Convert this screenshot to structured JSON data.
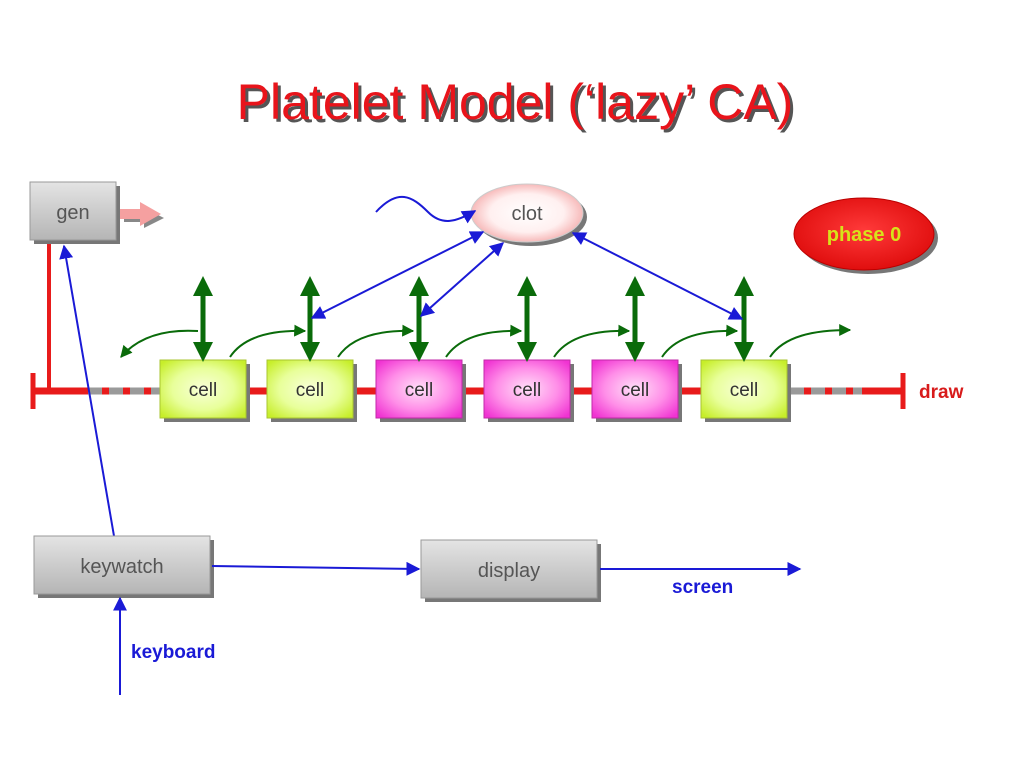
{
  "title": "Platelet Model (‘lazy’ CA)",
  "nodes": {
    "gen": "gen",
    "clot": "clot",
    "phase": "phase 0",
    "keywatch": "keywatch",
    "display": "display"
  },
  "cells": [
    {
      "label": "cell",
      "state": "inactive"
    },
    {
      "label": "cell",
      "state": "inactive"
    },
    {
      "label": "cell",
      "state": "active"
    },
    {
      "label": "cell",
      "state": "active"
    },
    {
      "label": "cell",
      "state": "active"
    },
    {
      "label": "cell",
      "state": "inactive"
    }
  ],
  "labels": {
    "draw": "draw",
    "screen": "screen",
    "keyboard": "keyboard"
  },
  "colors": {
    "title": "#e8141b",
    "cell_inactive": "#e8ff7a",
    "cell_active": "#ff55e0",
    "bus": "#e81b1b",
    "arrow_blue": "#1a1ad6",
    "arrow_green": "#0a6b0a",
    "phase_fill": "#ee1111"
  }
}
